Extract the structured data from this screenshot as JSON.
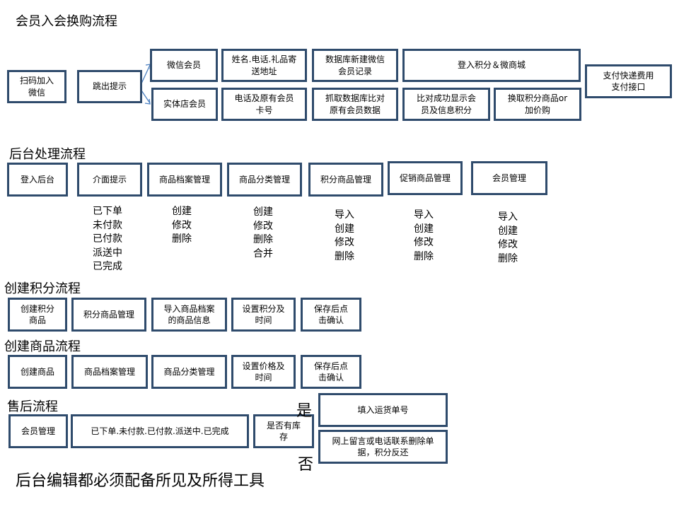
{
  "headings": {
    "member_flow": "会员入会换购流程",
    "backend_flow": "后台处理流程",
    "create_points_flow": "创建积分流程",
    "create_product_flow": "创建商品流程",
    "aftersale_flow": "售后流程"
  },
  "member_flow": {
    "scan": "扫码加入\n微信",
    "popup": "跳出提示",
    "wechat_member": "微信会员",
    "store_member": "实体店会员",
    "name_address": "姓名.电话.礼品寄\n送地址",
    "phone_card": "电话及原有会员\n卡号",
    "db_new_record": "数据库新建微信\n会员记录",
    "db_compare": "抓取数据库比对\n原有会员数据",
    "login_points_mall": "登入积分＆微商城",
    "compare_success": "比对成功显示会\n员及信息积分",
    "exchange": "换取积分商品or\n加价购",
    "payment": "支付快递费用\n支付接口"
  },
  "backend_flow": {
    "login": "登入后台",
    "interface_hint": "介面提示",
    "product_archive": "商品档案管理",
    "product_category": "商品分类管理",
    "points_product": "积分商品管理",
    "promo_product": "促销商品管理",
    "member_mgmt": "会员管理",
    "lists": {
      "interface_hint": "已下单\n未付款\n已付款\n派送中\n已完成",
      "product_archive": "创建\n修改\n删除",
      "product_category": "创建\n修改\n删除\n合并",
      "points_product": "导入\n创建\n修改\n删除",
      "promo_product": "导入\n创建\n修改\n删除",
      "member_mgmt": "导入\n创建\n修改\n删除"
    }
  },
  "create_points_flow": {
    "step1": "创建积分\n商品",
    "step2": "积分商品管理",
    "step3": "导入商品档案\n的商品信息",
    "step4": "设置积分及\n时间",
    "step5": "保存后点\n击确认"
  },
  "create_product_flow": {
    "step1": "创建商品",
    "step2": "商品档案管理",
    "step3": "商品分类管理",
    "step4": "设置价格及\n时间",
    "step5": "保存后点\n击确认"
  },
  "aftersale_flow": {
    "member_mgmt": "会员管理",
    "order_status": "已下单.未付款.已付款.派送中.已完成",
    "in_stock": "是否有库\n存",
    "yes": "是",
    "no": "否",
    "fill_tracking": "填入运货单号",
    "contact_delete": "网上留言或电话联系删除单\n据，积分反还"
  },
  "footer": "后台编辑都必须配备所见及所得工具",
  "colors": {
    "box_border": "#2f4b6c",
    "arrow": "#4a7fc1"
  }
}
